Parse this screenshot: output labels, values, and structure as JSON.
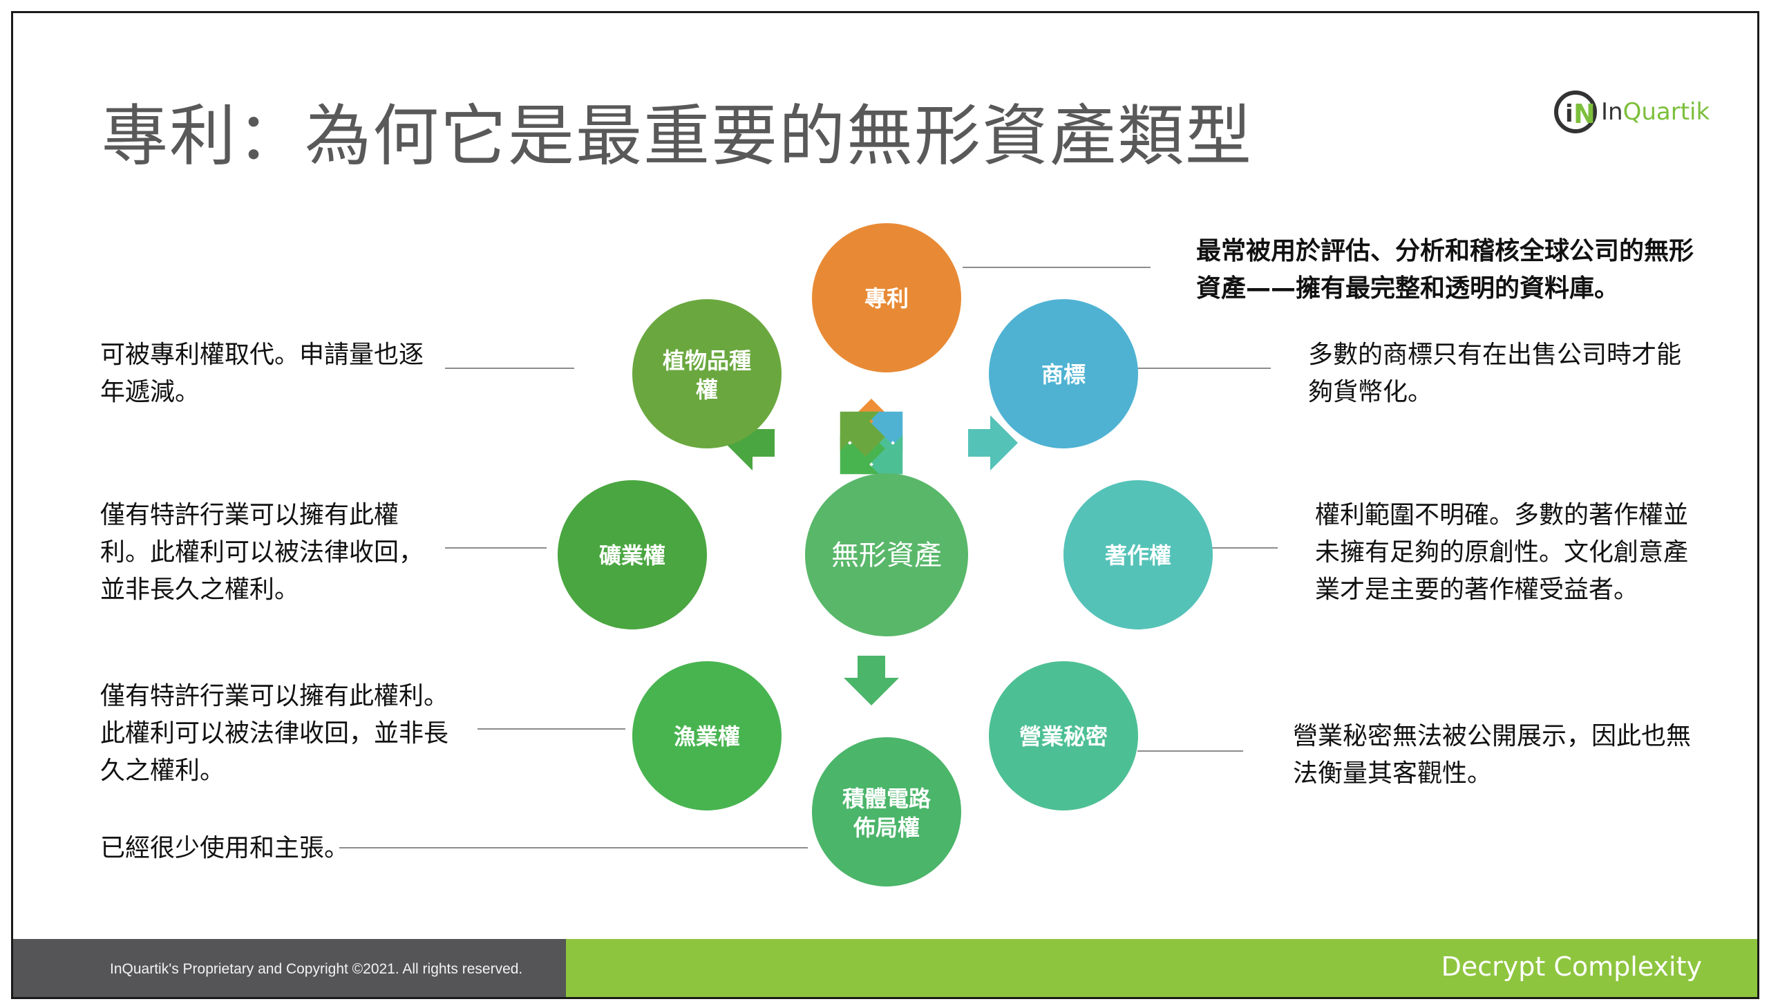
{
  "title": "專利：為何它是最重要的無形資產類型",
  "logo": {
    "prefix": "In",
    "suffix": "Quartik"
  },
  "center": {
    "label": "無形資產",
    "color": "#59b76a"
  },
  "nodes": {
    "patent": {
      "label": [
        "專利"
      ],
      "color": "#e88a35"
    },
    "trademark": {
      "label": [
        "商標"
      ],
      "color": "#4fb2d3"
    },
    "copyright": {
      "label": [
        "著作權"
      ],
      "color": "#55c2b8"
    },
    "trade_secret": {
      "label": [
        "營業秘密"
      ],
      "color": "#4dbf94"
    },
    "ic_layout": {
      "label": [
        "積體電路",
        "佈局權"
      ],
      "color": "#4bb56a"
    },
    "fishery": {
      "label": [
        "漁業權"
      ],
      "color": "#48b450"
    },
    "mining": {
      "label": [
        "礦業權"
      ],
      "color": "#4aa640"
    },
    "plant": {
      "label": [
        "植物品種",
        "權"
      ],
      "color": "#6aa83f"
    }
  },
  "notes": {
    "patent": [
      "最常被用於評估、分析和稽核全球公司的無形",
      "資產——擁有最完整和透明的資料庫。"
    ],
    "trademark": [
      "多數的商標只有在出售公司時才能",
      "夠貨幣化。"
    ],
    "copyright": [
      "權利範圍不明確。多數的著作權並",
      "未擁有足夠的原創性。文化創意產",
      "業才是主要的著作權受益者。"
    ],
    "trade_secret": [
      "營業秘密無法被公開展示，因此也無",
      "法衡量其客觀性。"
    ],
    "plant": [
      "可被專利權取代。申請量也逐",
      "年遞減。"
    ],
    "mining": [
      "僅有特許行業可以擁有此權",
      "利。此權利可以被法律收回，",
      "並非長久之權利。"
    ],
    "fishery": [
      "僅有特許行業可以擁有此權利。",
      "此權利可以被法律收回，並非長",
      "久之權利。"
    ],
    "ic_layout": [
      "已經很少使用和主張。"
    ]
  },
  "footer": {
    "copyright": "InQuartik's Proprietary and Copyright ©2021. All rights reserved.",
    "tagline": "Decrypt Complexity"
  }
}
